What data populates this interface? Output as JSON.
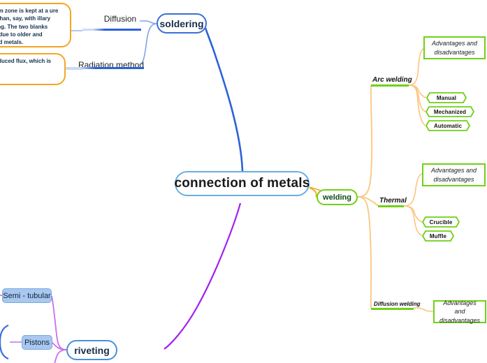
{
  "map": {
    "title": "connection of metals",
    "colors": {
      "center_border": "#6aaee0",
      "soldering_branch": "#3a6fd8",
      "welding_branch": "#f5a623",
      "riveting_branch": "#a020f0",
      "green_accent": "#6fd117",
      "note_border": "#f5a623",
      "blue_box_fill": "#a8c8f0"
    }
  },
  "center": {
    "label": "connection of metals"
  },
  "soldering": {
    "label": "soldering",
    "children": [
      {
        "label": "Diffusion",
        "note": "the seam zone is kept at a\nure longer than, say, with\nillary soldering. The\ntwo blanks occurs due to\nolder and soldered metals."
      },
      {
        "label": "Radiation method",
        "note": "ring is produced\nflux, which is\nlaser or a"
      }
    ]
  },
  "welding": {
    "label": "welding",
    "branches": [
      {
        "label": "Arc welding",
        "advantages": "Advantages and\ndisadvantages",
        "methods": [
          "Manual",
          "Mechanized",
          "Automatic"
        ]
      },
      {
        "label": "Thermal",
        "advantages": "Advantages and\ndisadvantages",
        "methods": [
          "Crucible",
          "Muffle"
        ]
      },
      {
        "label": "Diffusion welding",
        "advantages": "Advantages and\ndisadvantages",
        "methods": []
      }
    ]
  },
  "riveting": {
    "label": "riveting",
    "children": [
      {
        "label": "Semi - tubular"
      },
      {
        "label": "Pistons"
      }
    ]
  },
  "notes": {
    "diffusion_note": "the seam zone is kept at a ure longer than, say, with illary soldering. The two blanks occurs due to older and soldered metals.",
    "radiation_note": "ring is produced flux, which is laser or a"
  }
}
